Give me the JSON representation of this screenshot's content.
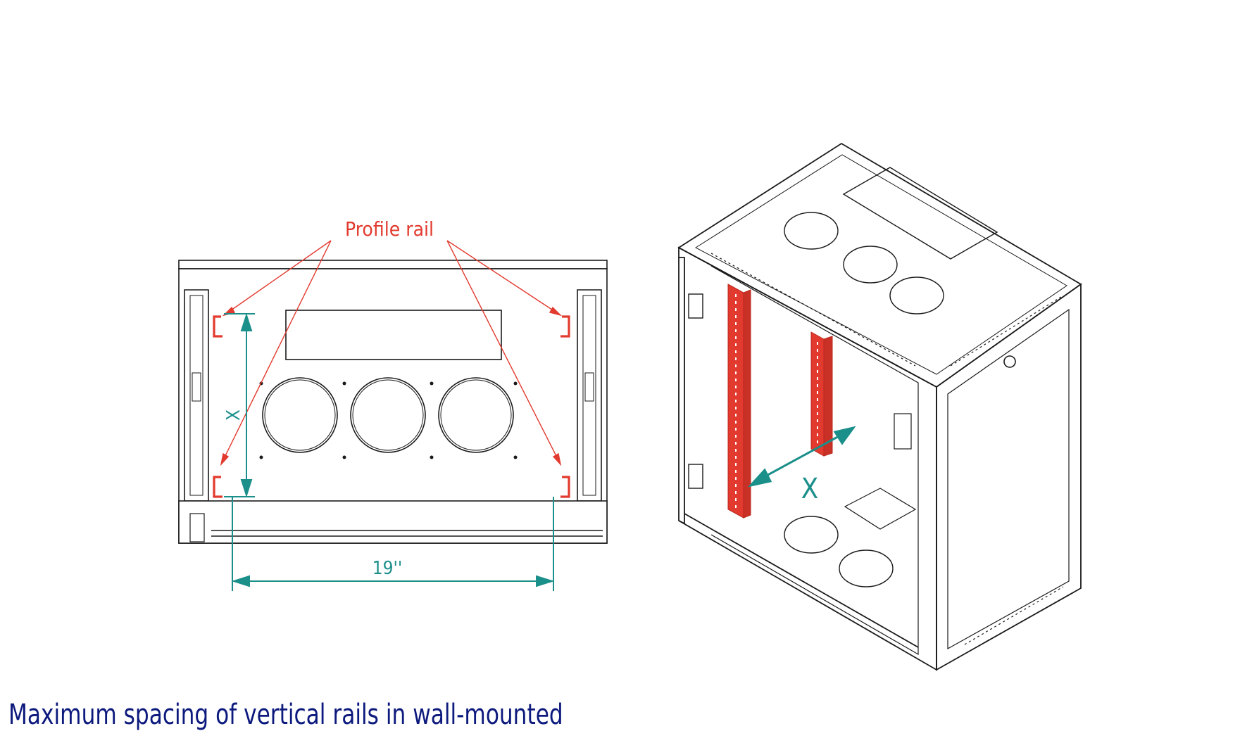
{
  "labels": {
    "profile_rail": "Profile rail",
    "front_dim_x": "X",
    "width_19": "19''",
    "iso_dim_x": "X"
  },
  "caption": "Maximum spacing of vertical rails in wall-mounted",
  "colors": {
    "outline": "#1a1a1a",
    "rail": "#e23a2e",
    "dimension": "#1b8f8a",
    "caption": "#0d1a7d"
  }
}
